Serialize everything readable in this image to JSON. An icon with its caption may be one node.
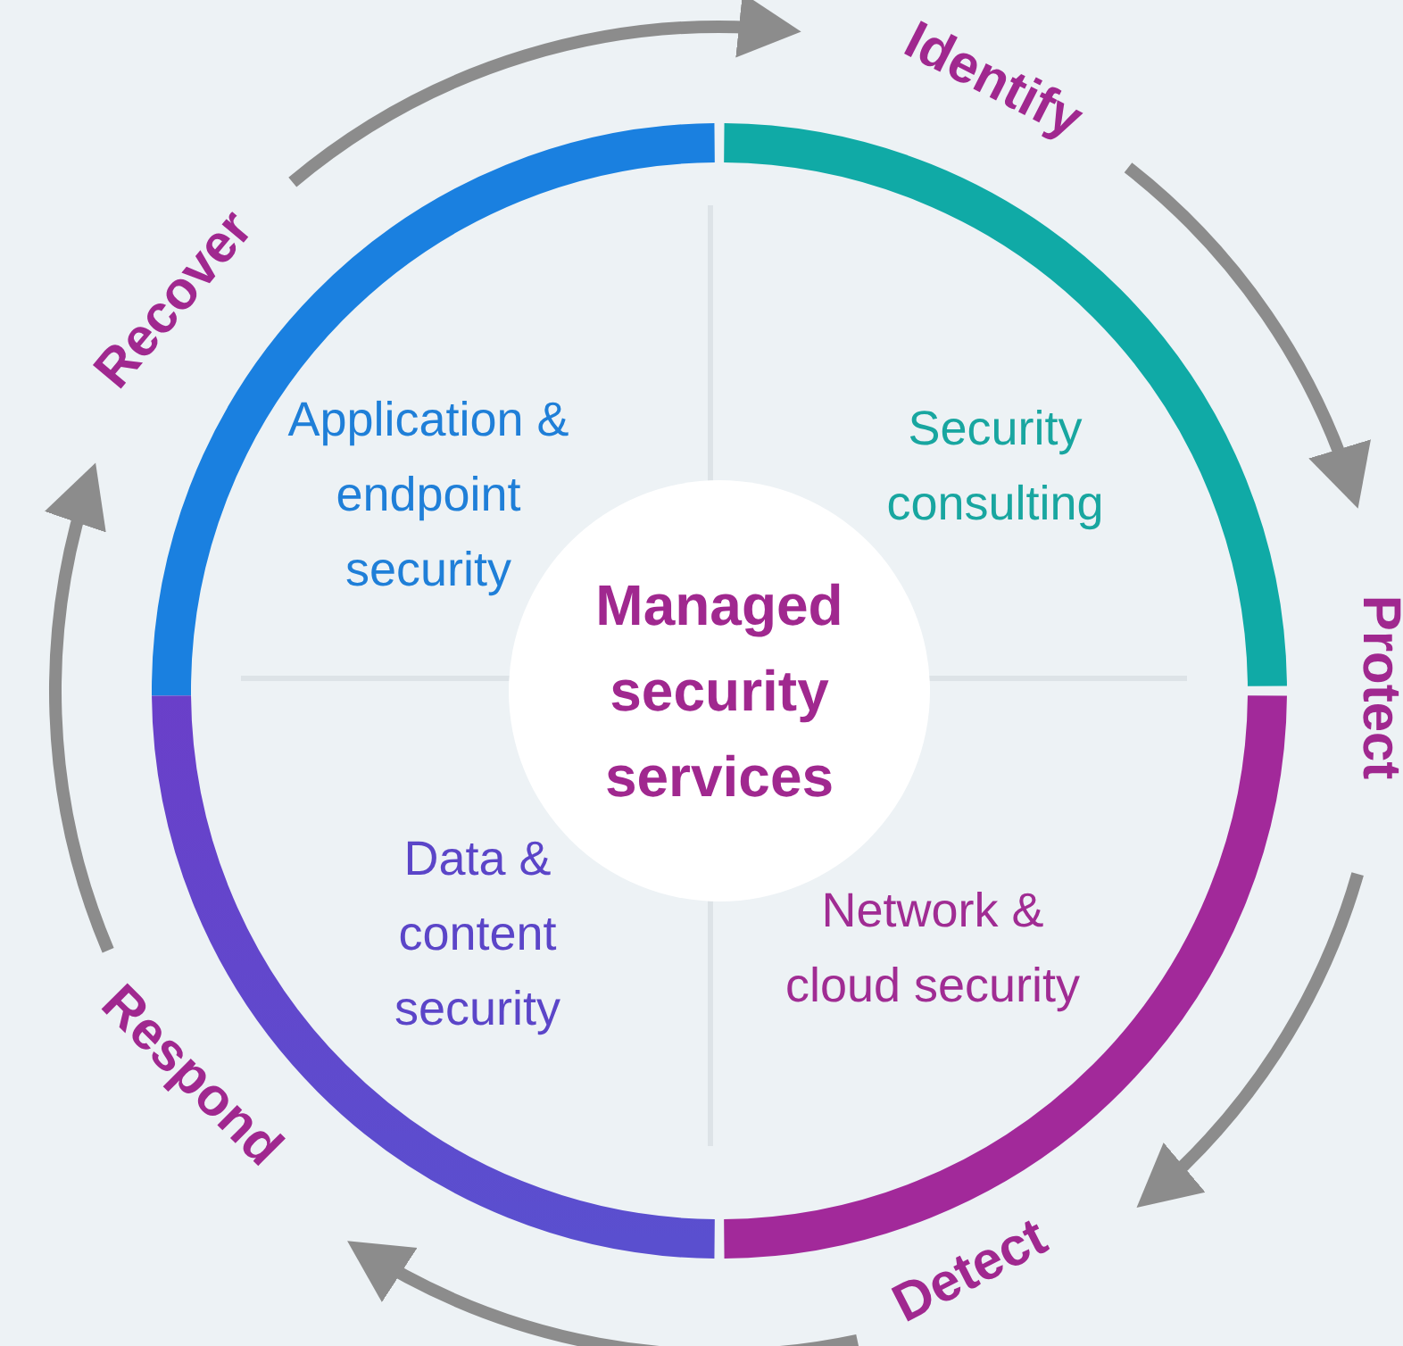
{
  "diagram": {
    "nodes": [
      {
        "text": [
          "Identify"
        ]
      },
      {
        "text": [
          "Protect"
        ]
      },
      {
        "text": [
          "Detect"
        ]
      },
      {
        "text": [
          "Respond"
        ]
      },
      {
        "text": [
          "Recover"
        ]
      },
      {
        "text": [
          "Application & endpoint security"
        ]
      },
      {
        "text": [
          "Security consulting"
        ]
      },
      {
        "text": [
          "Data & content security"
        ]
      },
      {
        "text": [
          "Network & cloud security"
        ]
      },
      {
        "text": [
          "Managed security services"
        ]
      }
    ],
    "edges": [
      {
        "from": 4,
        "to": 0,
        "arrow": "to"
      },
      {
        "from": 0,
        "to": 1,
        "arrow": "to"
      },
      {
        "from": 1,
        "to": 2,
        "arrow": "to"
      },
      {
        "from": 2,
        "to": 3,
        "arrow": "to"
      },
      {
        "from": 3,
        "to": 4,
        "arrow": "to"
      }
    ]
  }
}
